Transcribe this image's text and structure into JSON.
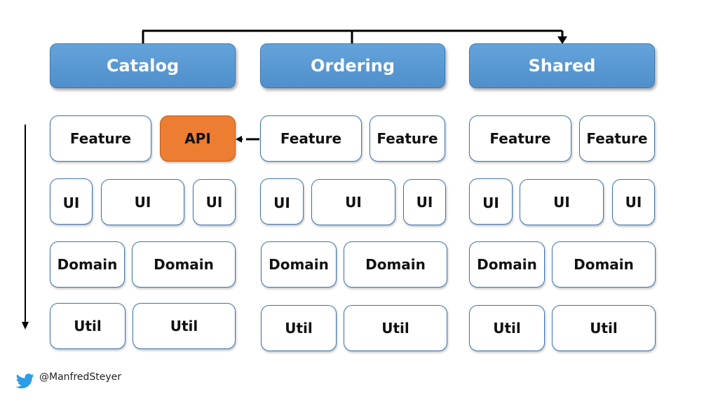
{
  "groups": [
    {
      "header": "Catalog",
      "feature": [
        "Feature",
        "API"
      ],
      "ui": [
        "UI",
        "UI",
        "UI"
      ],
      "domain": [
        "Domain",
        "Domain"
      ],
      "util": [
        "Util",
        "Util"
      ]
    },
    {
      "header": "Ordering",
      "feature": [
        "Feature",
        "Feature"
      ],
      "ui": [
        "UI",
        "UI",
        "UI"
      ],
      "domain": [
        "Domain",
        "Domain"
      ],
      "util": [
        "Util",
        "Util"
      ]
    },
    {
      "header": "Shared",
      "feature": [
        "Feature",
        "Feature"
      ],
      "ui": [
        "UI",
        "UI",
        "UI"
      ],
      "domain": [
        "Domain",
        "Domain"
      ],
      "util": [
        "Util",
        "Util"
      ]
    }
  ],
  "footer": {
    "handle": "@ManfredSteyer"
  },
  "colors": {
    "header": "#5b9bd5",
    "api": "#ed7d31",
    "border": "#3f74ad"
  },
  "icons": {
    "footer_icon": "twitter-bird-icon"
  }
}
